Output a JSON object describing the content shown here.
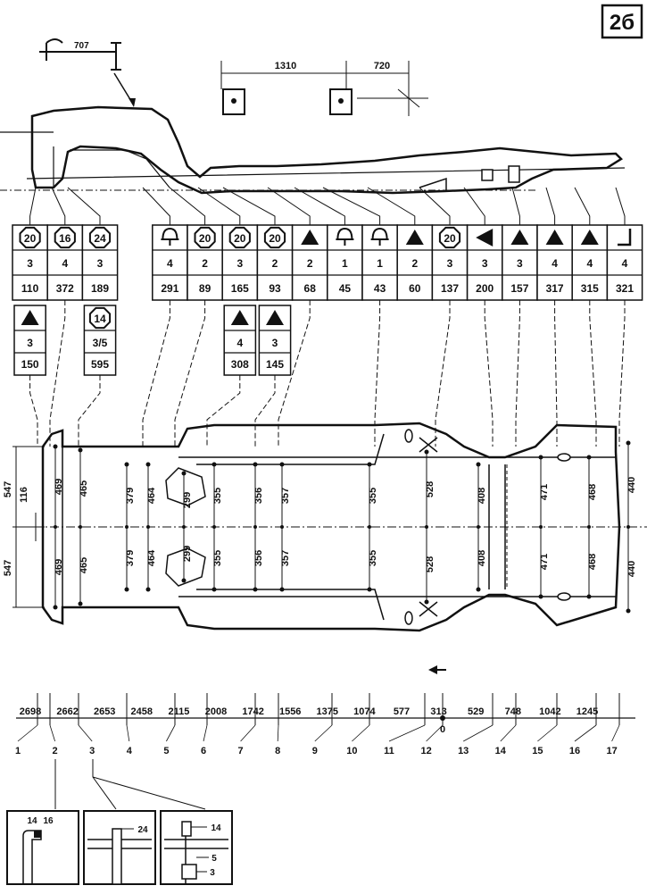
{
  "page_label": "2б",
  "top_dimensions": {
    "d1": "1310",
    "d2": "720",
    "bracket_ref": "707"
  },
  "table": {
    "cols": [
      {
        "icon": "circle-20",
        "top": "3",
        "bottom": "110"
      },
      {
        "icon": "circle-16",
        "top": "4",
        "bottom": "372"
      },
      {
        "icon": "circle-24",
        "top": "3",
        "bottom": "189"
      },
      {
        "icon": "none",
        "top": "",
        "bottom": ""
      },
      {
        "icon": "bolt",
        "top": "4",
        "bottom": "291"
      },
      {
        "icon": "circle-20",
        "top": "2",
        "bottom": "89"
      },
      {
        "icon": "circle-20",
        "top": "3",
        "bottom": "165"
      },
      {
        "icon": "circle-20",
        "top": "2",
        "bottom": "93"
      },
      {
        "icon": "triangle",
        "top": "2",
        "bottom": "68"
      },
      {
        "icon": "bolt",
        "top": "1",
        "bottom": "45"
      },
      {
        "icon": "bolt",
        "top": "1",
        "bottom": "43"
      },
      {
        "icon": "triangle",
        "top": "2",
        "bottom": "60"
      },
      {
        "icon": "circle-20",
        "top": "3",
        "bottom": "137"
      },
      {
        "icon": "triangle-left",
        "top": "3",
        "bottom": "200"
      },
      {
        "icon": "triangle",
        "top": "3",
        "bottom": "157"
      },
      {
        "icon": "triangle",
        "top": "4",
        "bottom": "317"
      },
      {
        "icon": "triangle",
        "top": "4",
        "bottom": "315"
      },
      {
        "icon": "corner",
        "top": "4",
        "bottom": "321"
      }
    ],
    "extra": [
      {
        "col": 0,
        "icon": "triangle",
        "top": "3",
        "bottom": "150"
      },
      {
        "col": 2,
        "icon": "circle-14",
        "top": "3/5",
        "bottom": "595"
      },
      {
        "col": 6,
        "icon": "triangle",
        "top": "4",
        "bottom": "308"
      },
      {
        "col": 7,
        "icon": "triangle",
        "top": "3",
        "bottom": "145"
      }
    ]
  },
  "frame_dims": {
    "left": [
      "547",
      "116",
      "547"
    ],
    "half_widths_top": [
      "469",
      "465",
      "379",
      "464",
      "299",
      "355",
      "356",
      "357",
      "355",
      "528",
      "408",
      "471",
      "468",
      "440"
    ],
    "half_widths_bottom": [
      "469",
      "465",
      "379",
      "464",
      "299",
      "355",
      "356",
      "357",
      "355",
      "528",
      "408",
      "471",
      "468",
      "440"
    ]
  },
  "bottom_dims": [
    "2698",
    "2662",
    "2653",
    "2458",
    "2115",
    "2008",
    "1742",
    "1556",
    "1375",
    "1074",
    "577",
    "313",
    "529",
    "748",
    "1042",
    "1245"
  ],
  "zero_label": "0",
  "section_numbers": [
    "1",
    "2",
    "3",
    "4",
    "5",
    "6",
    "7",
    "8",
    "9",
    "10",
    "11",
    "12",
    "13",
    "14",
    "15",
    "16",
    "17"
  ],
  "insets": [
    {
      "labels": [
        "14",
        "16"
      ]
    },
    {
      "labels": [
        "24"
      ]
    },
    {
      "labels": [
        "14",
        "5",
        "3"
      ]
    }
  ]
}
